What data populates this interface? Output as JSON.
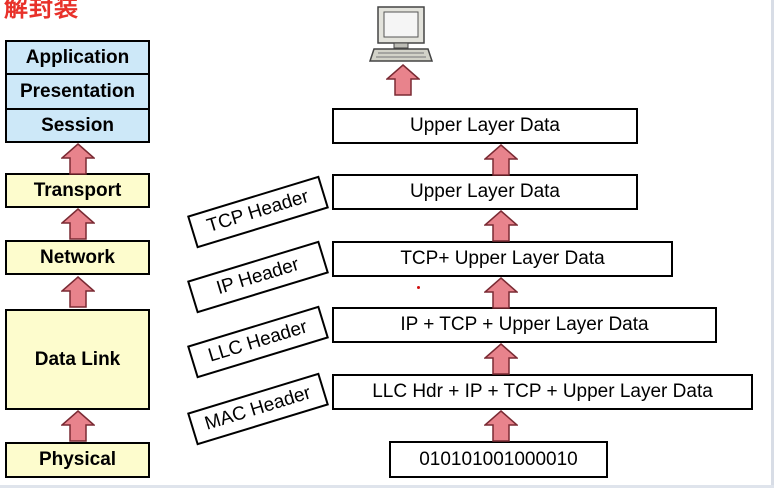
{
  "title": "解封装",
  "osi_layers": [
    {
      "label": "Application"
    },
    {
      "label": "Presentation"
    },
    {
      "label": "Session"
    },
    {
      "label": "Transport"
    },
    {
      "label": "Network"
    },
    {
      "label": "Data Link"
    },
    {
      "label": "Physical"
    }
  ],
  "stack": [
    {
      "label": "Upper Layer Data"
    },
    {
      "label": "Upper Layer Data"
    },
    {
      "label": "TCP+ Upper Layer Data"
    },
    {
      "label": "IP + TCP + Upper Layer Data"
    },
    {
      "label": "LLC Hdr + IP + TCP + Upper Layer Data"
    },
    {
      "label": "010101001000010"
    }
  ],
  "headers": [
    {
      "label": "TCP Header"
    },
    {
      "label": "IP Header"
    },
    {
      "label": "LLC Header"
    },
    {
      "label": "MAC Header"
    }
  ],
  "colors": {
    "upper_layers_fill": "#cde8f8",
    "lower_layers_fill": "#fdfccd",
    "arrow_fill": "#e8838c",
    "title_color": "#e8312a"
  }
}
